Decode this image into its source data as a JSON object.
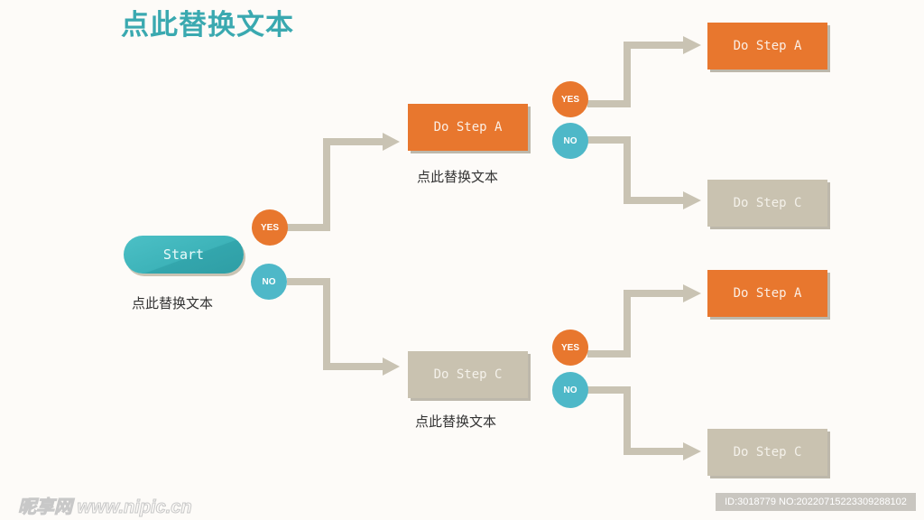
{
  "title": "点此替换文本",
  "colors": {
    "teal": "#3aa9b0",
    "orange": "#e8772e",
    "gray": "#c9c2b0",
    "no_blue": "#4eb8c8",
    "connector": "#c9c3b3"
  },
  "start": {
    "label": "Start",
    "caption": "点此替换文本"
  },
  "branch_labels": {
    "yes": "YES",
    "no": "NO"
  },
  "level1": {
    "yes_box": {
      "label": "Do Step A",
      "caption": "点此替换文本"
    },
    "no_box": {
      "label": "Do Step C",
      "caption": "点此替换文本"
    }
  },
  "level2_upper": {
    "yes_box": {
      "label": "Do Step A"
    },
    "no_box": {
      "label": "Do Step C"
    }
  },
  "level2_lower": {
    "yes_box": {
      "label": "Do Step A"
    },
    "no_box": {
      "label": "Do Step C"
    }
  },
  "watermark": "昵享网 www.nipic.cn",
  "id_bar": "ID:3018779 NO:20220715223309288102"
}
